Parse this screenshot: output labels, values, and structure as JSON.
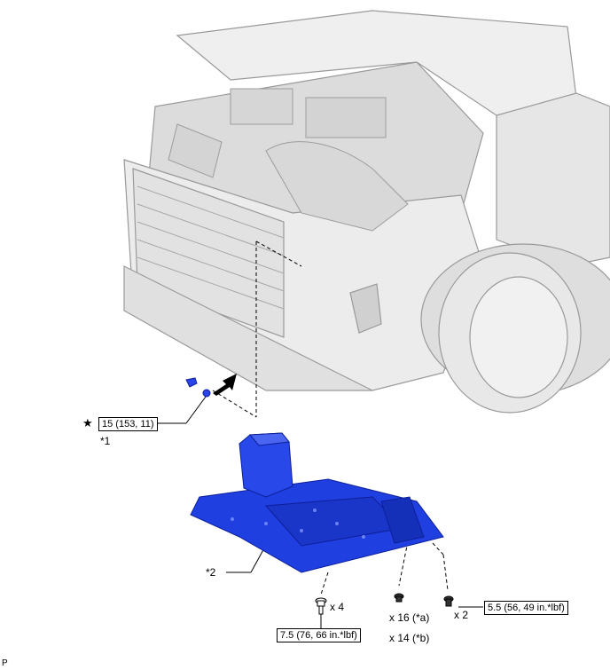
{
  "callouts": {
    "star": "★",
    "clip_torque": "15 (153, 11)",
    "part1": "*1",
    "part2": "*2",
    "bolt_count_rear": "x 4",
    "bolt_torque_rear": "7.5 (76, 66 in.*lbf)",
    "screw_count_a": "x 16 (*a)",
    "screw_count_b": "x 14 (*b)",
    "bolt_count_side": "x 2",
    "bolt_torque_side": "5.5 (56, 49 in.*lbf)",
    "code": "P"
  },
  "colors": {
    "cover": "#1f3fe0",
    "cover_dark": "#0d1f9a",
    "vehicle_fill": "#e9e9e9",
    "vehicle_stroke": "#9a9a9a"
  }
}
